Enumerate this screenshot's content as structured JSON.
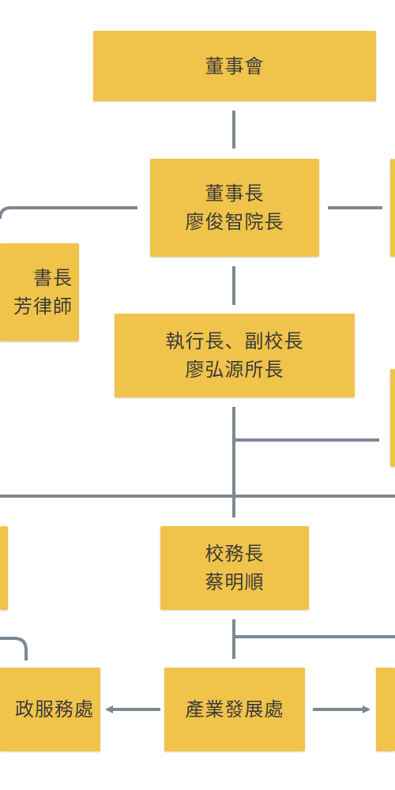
{
  "colors": {
    "box": "#f0c34b",
    "connector": "#7d8893",
    "text": "#3a3a3a"
  },
  "nodes": {
    "board": {
      "line1": "董事會"
    },
    "chairman": {
      "line1": "董事長",
      "line2": "廖俊智院長"
    },
    "left_partial": {
      "line1": "書長",
      "line2": "芳律師"
    },
    "ceo": {
      "line1": "執行長、副校長",
      "line2": "廖弘源所長"
    },
    "provost": {
      "line1": "校務長",
      "line2": "蔡明順"
    },
    "admin_services": {
      "line1": "政服務處"
    },
    "industry_dev": {
      "line1": "產業發展處"
    }
  }
}
